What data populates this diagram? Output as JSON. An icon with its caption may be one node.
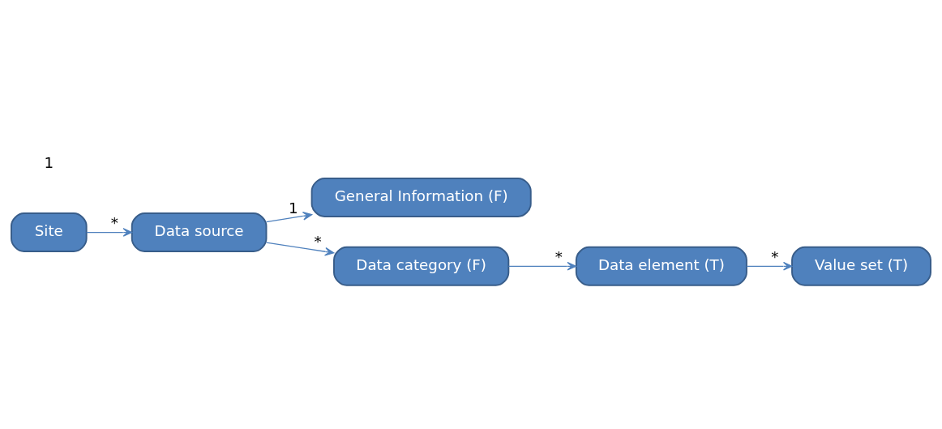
{
  "diagram": {
    "nodes": [
      {
        "text": [
          "Site"
        ]
      },
      {
        "text": [
          "Data source"
        ]
      },
      {
        "text": [
          "General Information (F)"
        ]
      },
      {
        "text": [
          "Data category (F)"
        ]
      },
      {
        "text": [
          "Data element (T)"
        ]
      },
      {
        "text": [
          "Value set (T)"
        ]
      }
    ],
    "edges": [
      {
        "from": 0,
        "to": 1,
        "arrow": "to",
        "label": "*"
      },
      {
        "from": 1,
        "to": 2,
        "arrow": "to",
        "label": "1"
      },
      {
        "from": 1,
        "to": 3,
        "arrow": "to",
        "label": "*"
      },
      {
        "from": 3,
        "to": 4,
        "arrow": "to",
        "label": "*"
      },
      {
        "from": 4,
        "to": 5,
        "arrow": "to",
        "label": "*"
      }
    ],
    "labels": [
      "1"
    ]
  }
}
